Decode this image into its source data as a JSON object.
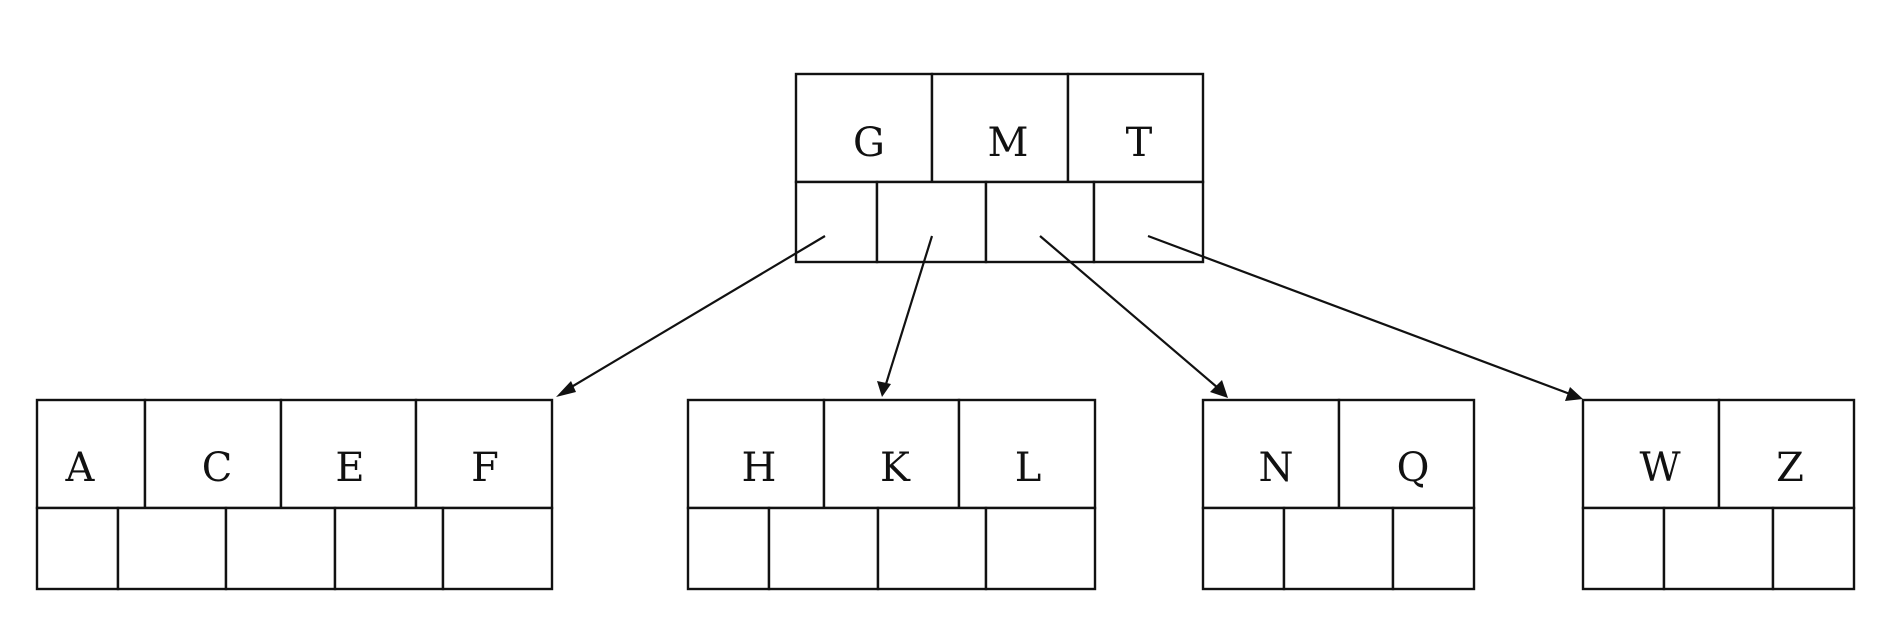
{
  "diagram": {
    "root": {
      "keys": [
        "G",
        "M",
        "T"
      ],
      "pointer_count": 4
    },
    "children": [
      {
        "keys": [
          "A",
          "C",
          "E",
          "F"
        ],
        "pointer_count": 5
      },
      {
        "keys": [
          "H",
          "K",
          "L"
        ],
        "pointer_count": 4
      },
      {
        "keys": [
          "N",
          "Q"
        ],
        "pointer_count": 3
      },
      {
        "keys": [
          "W",
          "Z"
        ],
        "pointer_count": 3
      }
    ]
  },
  "colors": {
    "line": "#111111",
    "background": "#ffffff"
  }
}
